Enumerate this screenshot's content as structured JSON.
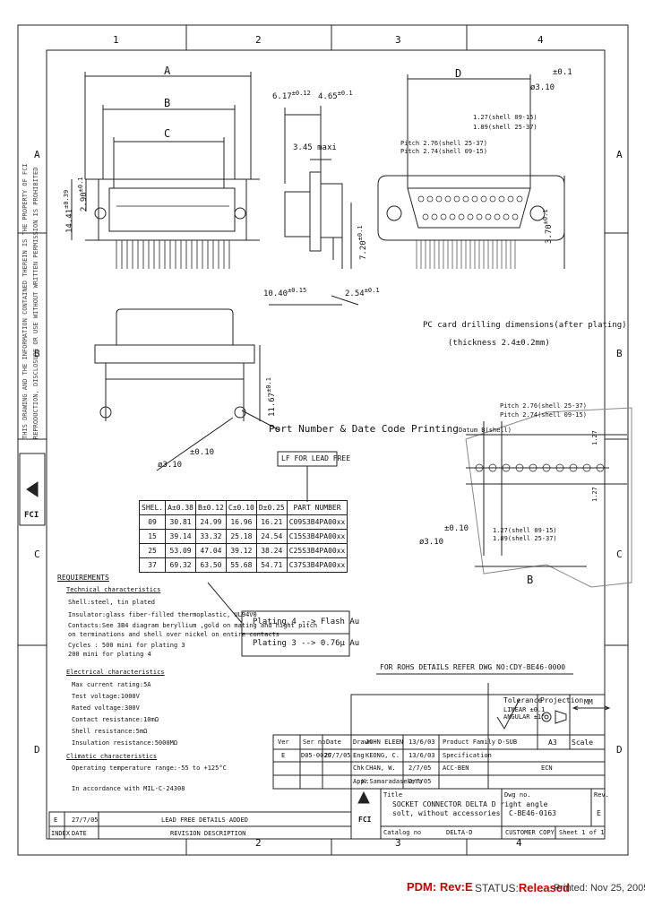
{
  "grid": {
    "cols_top": [
      "1",
      "2",
      "3",
      "4"
    ],
    "cols_bottom": [
      "2",
      "3",
      "4"
    ],
    "rows_left": [
      "A",
      "B",
      "C",
      "D"
    ],
    "rows_right": [
      "A",
      "B",
      "C",
      "D"
    ]
  },
  "dims": {
    "A": "A",
    "B": "B",
    "C": "C",
    "D": "D",
    "d617": "6.17",
    "d617_tol": "±0.12",
    "d465": "4.65",
    "d465_tol": "±0.1",
    "d345": "3.45",
    "d345_note": "maxi",
    "d1040": "10.40",
    "d1040_tol": "±0.15",
    "d254": "2.54",
    "d254_tol": "±0.1",
    "d720": "7.20",
    "d720_tol": "±0.1",
    "d1167": "11.67",
    "d1167_tol": "±0.1",
    "d1413": "14.41",
    "d1413_tol": "±0.39",
    "d290": "2.90",
    "d290_tol": "±0.1",
    "d370": "3.70",
    "d370_tol": "±0.1",
    "d310_top": "3.10",
    "d310_top_tol": "±0.1",
    "d310_mid": "3.10",
    "d310_mid_tol": "±0.10",
    "d310_right": "3.10",
    "d010_a": "0.10",
    "d010_b": "0.10",
    "d127a": "1.27",
    "d127b": "1.27",
    "pitch_top1": "1.27(shell 09-15)",
    "pitch_top2": "1.89(shell 25-37)",
    "pitch_mid1": "Pitch 2.76(shell 25-37)",
    "pitch_mid2": "Pitch 2.74(shell 09-15)",
    "pitch_r1": "Pitch 2.76(shell 25-37)",
    "pitch_r2": "Pitch 2.74(shell 09-15)",
    "pitch_r3": "1.27(shell 09-15)",
    "pitch_r4": "1.89(shell 25-37)",
    "B_right": "B",
    "datum_right": "Datum B(shell)"
  },
  "notes": {
    "drilling_title": "PC card drilling dimensions(after plating)",
    "drilling_sub": "(thickness 2.4±0.2mm)",
    "port_number": "Port Number & Date Code Printing",
    "lf_box": "LF FOR LEAD FREE",
    "plating4": "Plating 4 --> Flash Au",
    "plating3": "Plating 3 --> 0.76µ Au",
    "rohs": "FOR ROHS DETAILS REFER DWG NO:CDY-BE46-0000"
  },
  "parts_table": {
    "headers": [
      "SHEL.",
      "A±0.38",
      "B±0.12",
      "C±0.10",
      "D±0.25",
      "PART NUMBER"
    ],
    "rows": [
      [
        "09",
        "30.81",
        "24.99",
        "16.96",
        "16.21",
        "C09S3B4PA00xx"
      ],
      [
        "15",
        "39.14",
        "33.32",
        "25.18",
        "24.54",
        "C15S3B4PA00xx"
      ],
      [
        "25",
        "53.09",
        "47.04",
        "39.12",
        "38.24",
        "C25S3B4PA00xx"
      ],
      [
        "37",
        "69.32",
        "63.50",
        "55.68",
        "54.71",
        "C37S3B4PA00xx"
      ]
    ]
  },
  "requirements": {
    "title": "REQUIREMENTS",
    "lines": [
      "Technical characteristics",
      "Shell:steel, tin plated",
      "Insulator:glass fiber-filled thermoplastic, UL94V0",
      "Contacts:See 3B4 diagram beryllium ,gold on mating and hight pitch",
      "on terminations and shell over nickel on entire contacts",
      "Cycles : 500 mini for plating 3",
      "   200 mini for plating 4",
      "Electrical characteristics",
      "Max current rating:5A",
      "Test voltage:1000V",
      "Rated voltage:300V",
      "Contact resistance:10mΩ",
      "Shell resistance:5mΩ",
      "Insulation resistance:5000MΩ",
      "Climatic characteristics",
      "Operating temperature range:-55 to +125°C",
      "In accordance with MIL-C-24308"
    ]
  },
  "title_block": {
    "tolerance": "Tolerance",
    "tol_lin": "LINEAR ±0.1",
    "tol_ang": "ANGULAR ±1°",
    "projection": "Projection",
    "mm": "MM",
    "size": "A3",
    "scale": "Scale",
    "rows": [
      [
        "Drawn",
        "JOHN ELEEN",
        "13/6/03"
      ],
      [
        "Eng",
        "KEONG, C.",
        "13/6/03"
      ],
      [
        "Chk",
        "CHAN, W.",
        "2/7/05"
      ],
      [
        "Appr",
        "K.Samaradasekera",
        "2/7/05"
      ]
    ],
    "product_family": "Product Family",
    "product_family_val": "D-SUB",
    "spec": "Specification",
    "spec_val": "ACC-BEN",
    "ecn": "ECN",
    "title_label": "Title",
    "title_text": "SOCKET CONNECTOR DELTA D right angle",
    "title_text2": "solt, without accessories",
    "dwg_label": "Dwg no.",
    "dwg_no": "C-BE46-0163",
    "rev_label": "Rev.",
    "rev": "E",
    "catalog_label": "Catalog no",
    "catalog_val": "DELTA-D",
    "customer_copy": "CUSTOMER COPY",
    "sheet": "Sheet 1 of 1",
    "company": "FCI"
  },
  "revisions": {
    "rows": [
      [
        "E",
        "27/7/05",
        "LEAD FREE DETAILS ADDED"
      ]
    ],
    "headers": [
      "INDEX",
      "DATE",
      "REVISION DESCRIPTION"
    ],
    "ecn_rows": [
      [
        "Ver",
        "Ser no",
        "Date"
      ],
      [
        "E",
        "D05-0026",
        "27/7/05"
      ]
    ]
  },
  "side_text": {
    "left1": "THIS DRAWING AND THE INFORMATION CONTAINED THEREIN IS THE PROPERTY OF FCI",
    "left2": "REPRODUCTION, DISCLOSURE OR USE WITHOUT WRITTEN PERMISSION IS PROHIBITED",
    "logo": "FCI"
  },
  "footer": {
    "pdm": "PDM: Rev:E",
    "status_label": "STATUS:",
    "status_value": "Released",
    "printed": "Printed: Nov 25, 2005"
  }
}
